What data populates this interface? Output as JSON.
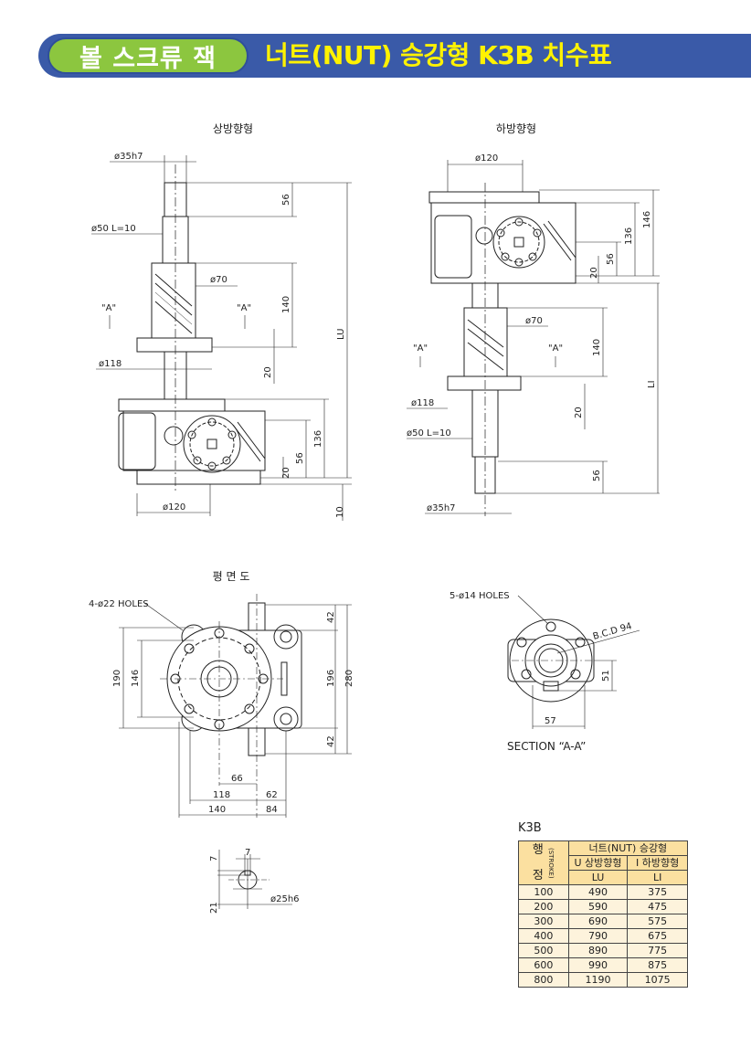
{
  "header": {
    "badge": "볼 스크류 잭",
    "title": "너트(NUT) 승강형 K3B 치수표"
  },
  "colors": {
    "header_bg": "#3a5aa8",
    "badge_bg": "#8cc63f",
    "title_text": "#fff200",
    "table_header": "#fbe0a0",
    "table_cell": "#fdf3dc"
  },
  "upward": {
    "title": "상방향형",
    "labels": {
      "shaft": "ø35h7",
      "d56_top": "56",
      "d50": "ø50  L=10",
      "d70": "ø70",
      "a_left": "\"A\"",
      "a_right": "\"A\"",
      "d140": "140",
      "lu": "LU",
      "d118": "ø118",
      "d20a": "20",
      "d136": "136",
      "d56b": "56",
      "d20b": "20",
      "d10": "10",
      "d120": "ø120"
    }
  },
  "downward": {
    "title": "하방향형",
    "labels": {
      "d120": "ø120",
      "d146": "146",
      "d136": "136",
      "d56a": "56",
      "d20a": "20",
      "d70": "ø70",
      "a_left": "\"A\"",
      "a_right": "\"A\"",
      "d140": "140",
      "li": "LI",
      "d118": "ø118",
      "d20b": "20",
      "d50": "ø50  L=10",
      "d56b": "56",
      "shaft": "ø35h7"
    }
  },
  "plan": {
    "title": "평 면 도",
    "labels": {
      "holes": "4-ø22 HOLES",
      "d190": "190",
      "d146": "146",
      "d42a": "42",
      "d196": "196",
      "d280": "280",
      "d42b": "42",
      "d66": "66",
      "d118": "118",
      "d62": "62",
      "d140": "140",
      "d84": "84"
    }
  },
  "section": {
    "holes": "5-ø14 HOLES",
    "bcd": "B.C.D 94",
    "d51": "51",
    "d57": "57",
    "title": "SECTION “A-A”"
  },
  "key_detail": {
    "d7a": "7",
    "d7b": "7",
    "d21": "21",
    "shaft": "ø25h6"
  },
  "table": {
    "title": "K3B",
    "stroke_label_top": "행",
    "stroke_label_bottom": "정",
    "stroke_en": "(STROKE)",
    "group_header": "너트(NUT) 승강형",
    "col_u": "U 상방향형",
    "col_i": "I 하방향형",
    "col_lu": "LU",
    "col_li": "LI",
    "rows": [
      {
        "stroke": "100",
        "lu": "490",
        "li": "375"
      },
      {
        "stroke": "200",
        "lu": "590",
        "li": "475"
      },
      {
        "stroke": "300",
        "lu": "690",
        "li": "575"
      },
      {
        "stroke": "400",
        "lu": "790",
        "li": "675"
      },
      {
        "stroke": "500",
        "lu": "890",
        "li": "775"
      },
      {
        "stroke": "600",
        "lu": "990",
        "li": "875"
      },
      {
        "stroke": "800",
        "lu": "1190",
        "li": "1075"
      }
    ]
  }
}
